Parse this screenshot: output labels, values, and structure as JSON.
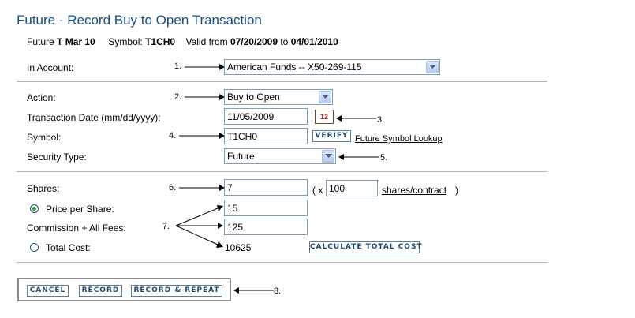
{
  "page": {
    "title": "Future - Record Buy to Open Transaction"
  },
  "info": {
    "future_label": "Future",
    "future_value": "T Mar 10",
    "symbol_label": "Symbol:",
    "symbol_value": "T1CH0",
    "valid_from_label": "Valid from",
    "valid_from": "07/20/2009",
    "to_label": "to",
    "valid_to": "04/01/2010"
  },
  "fields": {
    "account_label": "In Account:",
    "account_value": "American Funds -- X50-269-115",
    "action_label": "Action:",
    "action_value": "Buy to Open",
    "date_label": "Transaction Date (mm/dd/yyyy):",
    "date_value": "11/05/2009",
    "calendar_icon_text": "12",
    "symbol_label": "Symbol:",
    "symbol_value": "T1CH0",
    "verify_button": "VERIFY",
    "lookup_link": "Future Symbol Lookup",
    "security_type_label": "Security Type:",
    "security_type_value": "Future",
    "shares_label": "Shares:",
    "shares_value": "7",
    "multiplier_prefix": "( x",
    "multiplier_value": "100",
    "multiplier_link": "shares/contract",
    "multiplier_suffix": ")",
    "price_label": "Price per Share:",
    "price_value": "15",
    "commission_label": "Commission + All Fees:",
    "commission_value": "125",
    "total_label": "Total Cost:",
    "total_value": "10625",
    "calculate_button": "CALCULATE TOTAL COST"
  },
  "buttons": {
    "cancel": "CANCEL",
    "record": "RECORD",
    "record_repeat": "RECORD & REPEAT"
  },
  "callouts": {
    "n1": "1.",
    "n2": "2.",
    "n3": "3.",
    "n4": "4.",
    "n5": "5.",
    "n6": "6.",
    "n7": "7.",
    "n8": "8."
  },
  "colors": {
    "title": "#1a4f83",
    "button_text": "#1d4a74",
    "radio_selected": "#21a121"
  },
  "state": {
    "price_per_share_selected": true,
    "total_cost_selected": false
  }
}
